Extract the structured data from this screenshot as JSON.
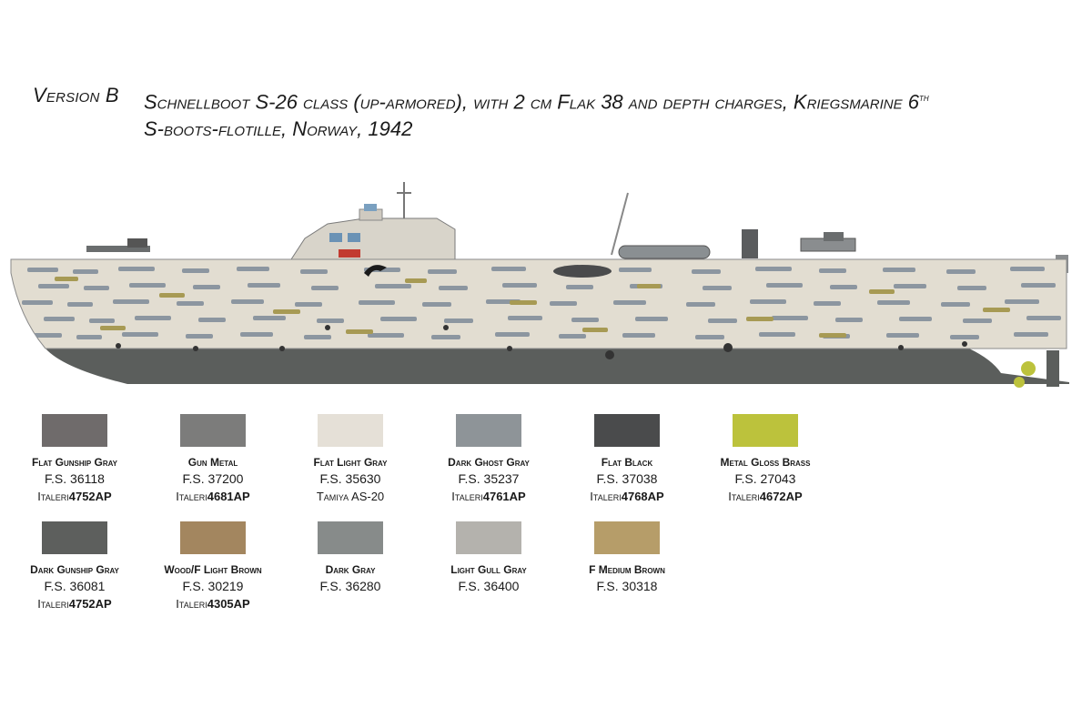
{
  "header": {
    "version": "Version B",
    "line1": "Schnellboot S-26 class (up-armored), with 2 cm Flak 38 and depth charges, Kriegsmarine 6",
    "line1_sup": "th",
    "line2": "S-boots-flotille, Norway, 1942"
  },
  "colors": {
    "hull_upper": "#e2ddd1",
    "hull_lower": "#5b5e5c",
    "camo_gray": "#8c96a0",
    "camo_brown": "#b3a07a",
    "camo_olive": "#a79a54"
  },
  "swatches": [
    {
      "name": "Flat Gunship Gray",
      "fs": "F.S. 36118",
      "brand": "Italeri",
      "code": "4752AP",
      "color": "#6f6b6b"
    },
    {
      "name": "Gun Metal",
      "fs": "F.S. 37200",
      "brand": "Italeri",
      "code": "4681AP",
      "color": "#7c7c7b"
    },
    {
      "name": "Flat Light Gray",
      "fs": "F.S. 35630",
      "brand": "Tamiya AS-20",
      "code": "",
      "color": "#e5e0d7"
    },
    {
      "name": "Dark Ghost Gray",
      "fs": "F.S. 35237",
      "brand": "Italeri",
      "code": "4761AP",
      "color": "#8e9498"
    },
    {
      "name": "Flat Black",
      "fs": "F.S. 37038",
      "brand": "Italeri",
      "code": "4768AP",
      "color": "#4a4b4c"
    },
    {
      "name": "Metal Gloss Brass",
      "fs": "F.S. 27043",
      "brand": "Italeri",
      "code": "4672AP",
      "color": "#bcc23c"
    },
    {
      "name": "Dark Gunship Gray",
      "fs": "F.S. 36081",
      "brand": "Italeri",
      "code": "4752AP",
      "color": "#5d5f5d"
    },
    {
      "name": "Wood/F Light Brown",
      "fs": "F.S. 30219",
      "brand": "Italeri",
      "code": "4305AP",
      "color": "#a3865f"
    },
    {
      "name": "Dark Gray",
      "fs": "F.S. 36280",
      "brand": "",
      "code": "",
      "color": "#878b8a"
    },
    {
      "name": "Light Gull Gray",
      "fs": "F.S. 36400",
      "brand": "",
      "code": "",
      "color": "#b4b2ad"
    },
    {
      "name": "F Medium Brown",
      "fs": "F.S. 30318",
      "brand": "",
      "code": "",
      "color": "#b69d69"
    }
  ]
}
